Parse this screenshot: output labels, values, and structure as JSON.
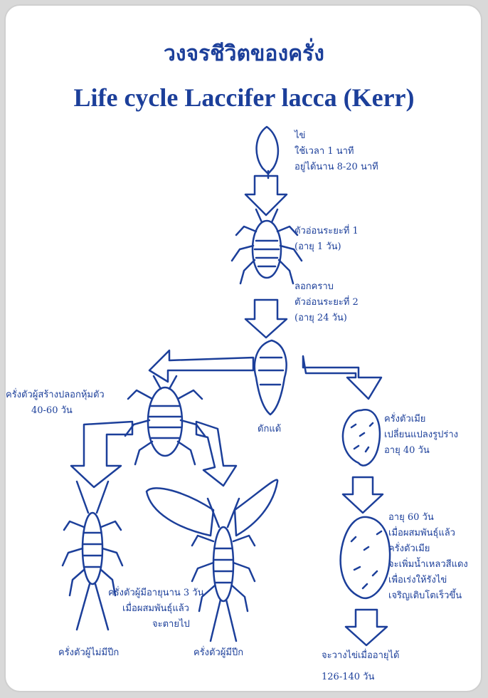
{
  "title_th": "วงจรชีวิตของครั่ง",
  "title_en": "Life cycle Laccifer lacca (Kerr)",
  "colors": {
    "ink": "#1c3f9a",
    "background": "#ffffff",
    "frame": "#cfcfcf"
  },
  "stages": {
    "egg": [
      "ไข่",
      "ใช้เวลา 1 นาที",
      "อยู่ได้นาน 8-20 นาที"
    ],
    "nymph1": [
      "ตัวอ่อนระยะที่ 1",
      "(อายุ 1 วัน)"
    ],
    "nymph2": [
      "ลอกคราบ",
      "ตัวอ่อนระยะที่ 2",
      "(อายุ 24 วัน)"
    ],
    "pupa": "ดักแด้",
    "male_cocoon": [
      "ครั่งตัวผู้สร้างปลอกหุ้มตัว",
      "40-60 วัน"
    ],
    "female1": [
      "ครั่งตัวเมีย",
      "เปลี่ยนแปลงรูปร่าง",
      "อายุ 40 วัน"
    ],
    "female2": [
      "อายุ 60 วัน",
      "เมื่อผสมพันธุ์แล้ว",
      "ครั่งตัวเมีย",
      "จะเพิ่มน้ำเหลวสีแดง",
      "เพื่อเร่งให้รังไข่",
      "เจริญเติบโตเร็วขึ้น"
    ],
    "male_life": [
      "ครั่งตัวผู้มีอายุนาน 3 วัน",
      "เมื่อผสมพันธุ์แล้ว",
      "จะตายไป"
    ],
    "male_wingless": "ครั่งตัวผู้ไม่มีปีก",
    "male_winged": "ครั่งตัวผู้มีปีก",
    "laying": [
      "จะวางไข่เมื่ออายุได้",
      "126-140 วัน"
    ]
  }
}
